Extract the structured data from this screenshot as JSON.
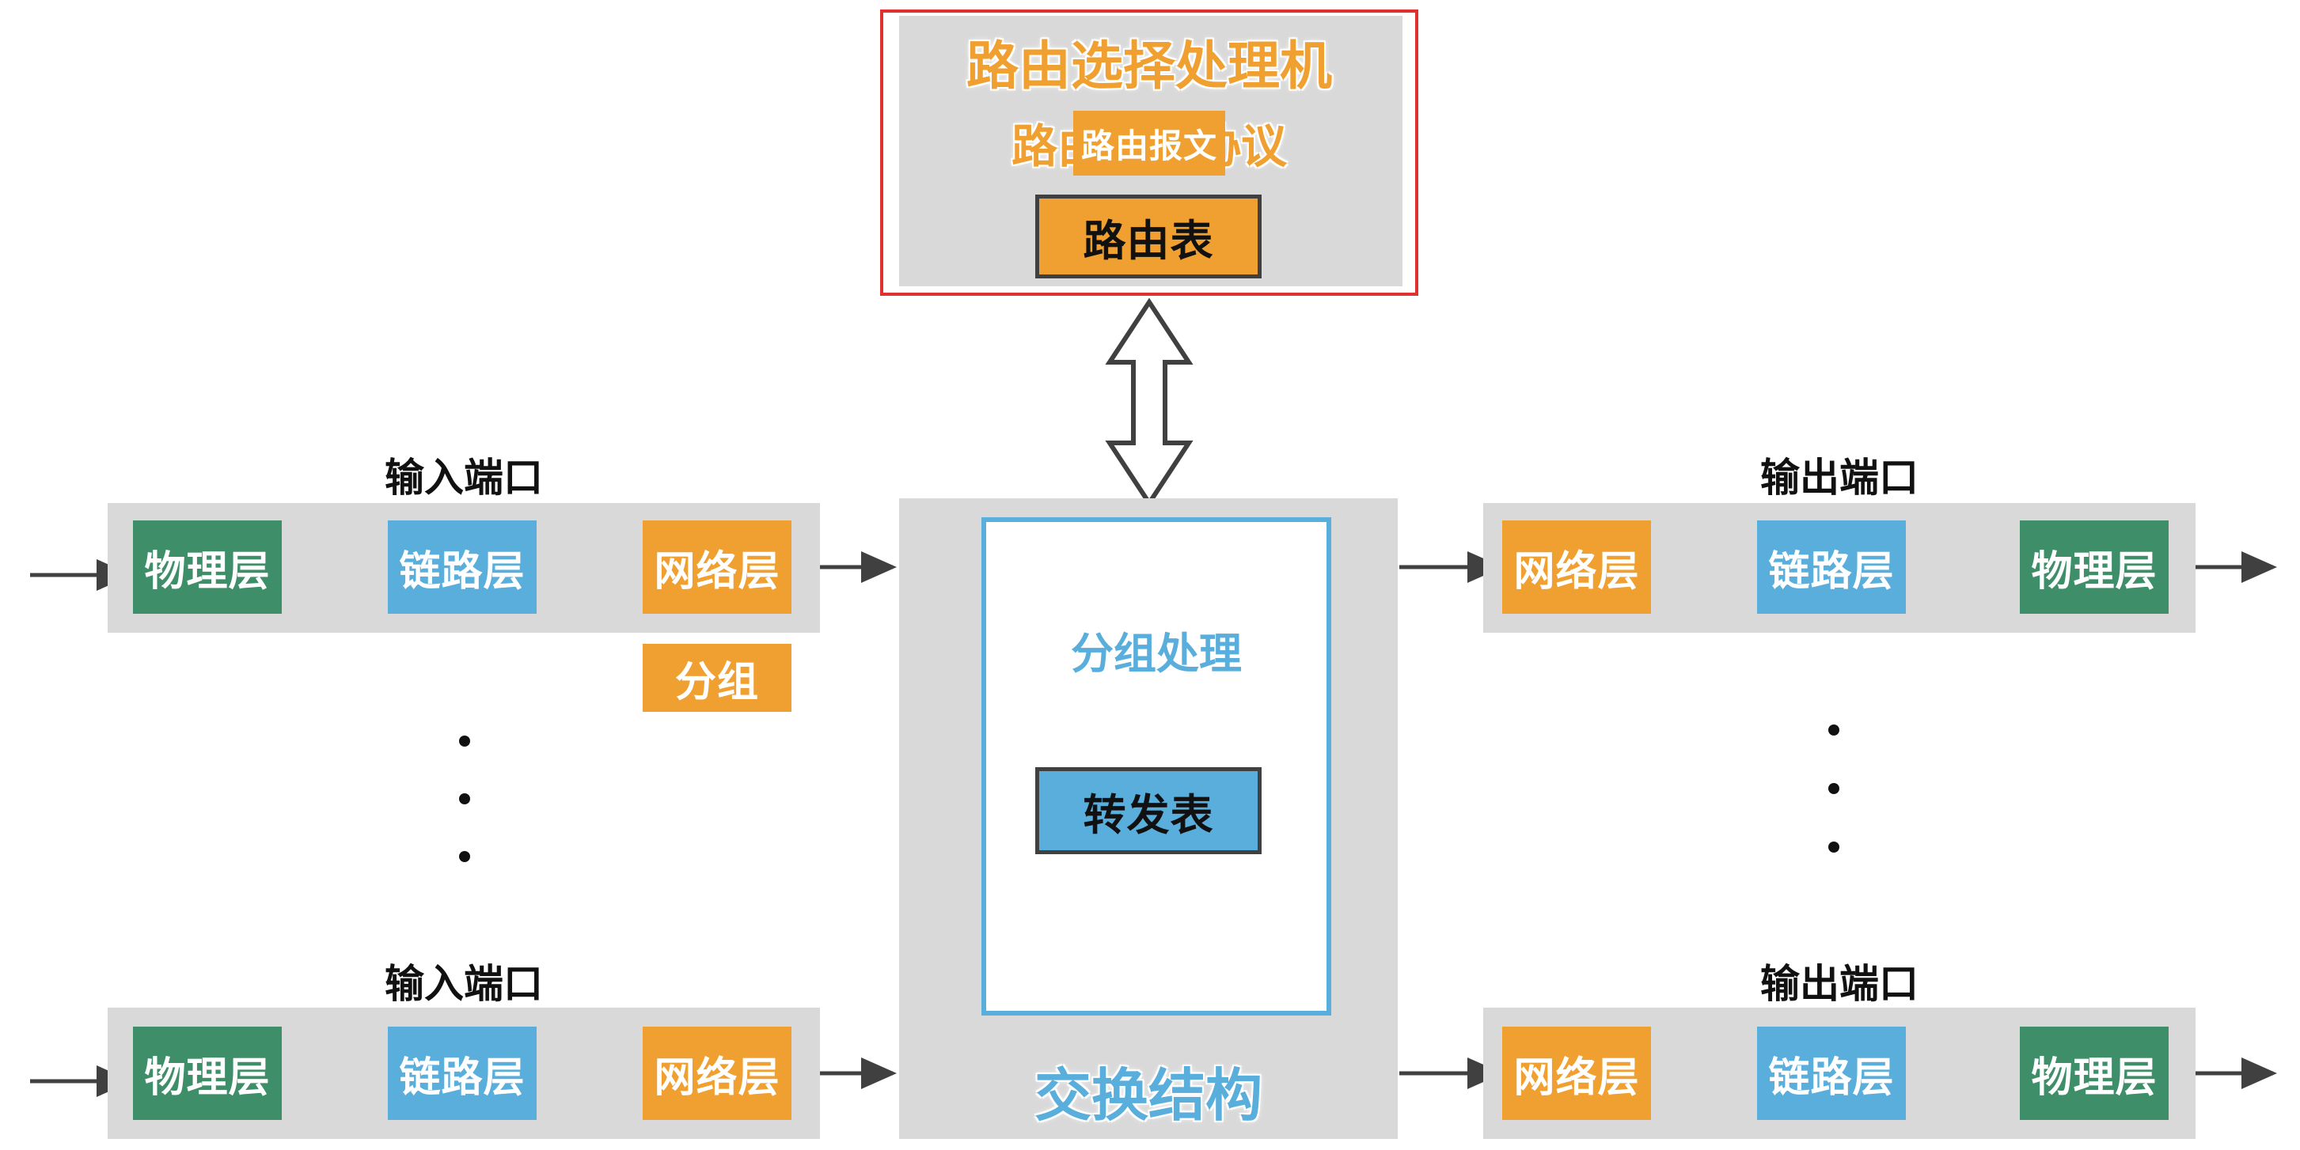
{
  "colors": {
    "physical": "#3e8e6a",
    "link": "#5aaedc",
    "network": "#f0a030",
    "panel": "#d9d9d9",
    "frame_red": "#e03030",
    "frame_blue": "#5aaedc",
    "arrow": "#404040"
  },
  "routing_processor": {
    "title": "路由选择处理机",
    "protocol": "路由选择协议",
    "message": "路由报文",
    "table": "路由表"
  },
  "switch_fabric": {
    "title": "交换结构",
    "inner_title": "分组处理",
    "forwarding_table": "转发表"
  },
  "input_ports": [
    {
      "title": "输入端口",
      "layers": [
        "物理层",
        "链路层",
        "网络层"
      ],
      "packet": "分组"
    },
    {
      "title": "输入端口",
      "layers": [
        "物理层",
        "链路层",
        "网络层"
      ]
    }
  ],
  "output_ports": [
    {
      "title": "输出端口",
      "layers": [
        "网络层",
        "链路层",
        "物理层"
      ]
    },
    {
      "title": "输出端口",
      "layers": [
        "网络层",
        "链路层",
        "物理层"
      ]
    }
  ]
}
